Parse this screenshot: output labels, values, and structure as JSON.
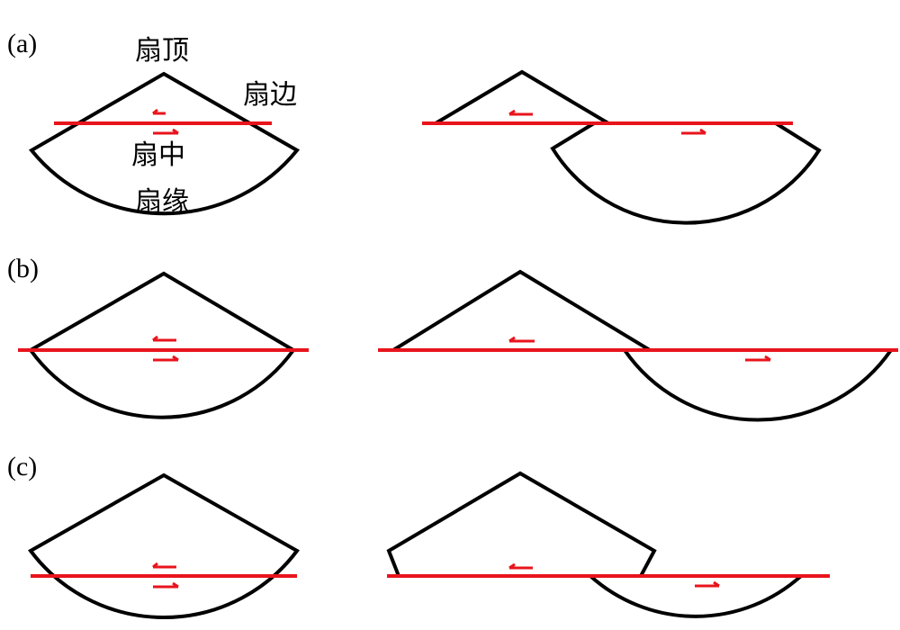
{
  "panels": [
    {
      "id": "a",
      "label": "(a)"
    },
    {
      "id": "b",
      "label": "(b)"
    },
    {
      "id": "c",
      "label": "(c)"
    }
  ],
  "fan_parts": {
    "top": "扇顶",
    "side": "扇边",
    "middle": "扇中",
    "edge": "扇缘"
  },
  "colors": {
    "outline": "#000000",
    "fault_line": "#e8141c"
  }
}
